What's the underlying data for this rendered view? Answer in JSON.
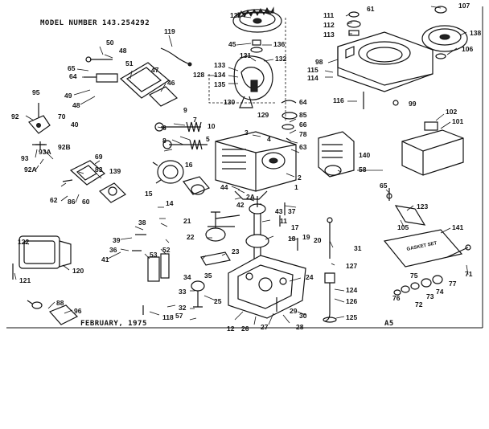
{
  "header": {
    "model_text": "MODEL NUMBER 143.254292"
  },
  "footer": {
    "date_text": "FEBRUARY, 1975",
    "page_code": "A5"
  },
  "gasket_set_label": "GASKET SET",
  "callouts": [
    "137",
    "45",
    "136",
    "131",
    "132",
    "133",
    "134",
    "135",
    "128",
    "130",
    "129",
    "119",
    "50",
    "48",
    "65",
    "64",
    "51",
    "47",
    "49",
    "48",
    "46",
    "10",
    "9",
    "8",
    "7",
    "6",
    "5",
    "4",
    "3",
    "15",
    "16",
    "14",
    "70",
    "40",
    "95",
    "92",
    "93",
    "93A",
    "92B",
    "92A",
    "69",
    "83",
    "139",
    "62",
    "86",
    "60",
    "17",
    "18",
    "19",
    "20",
    "21",
    "22",
    "23",
    "24",
    "25",
    "26",
    "27",
    "28",
    "29",
    "30",
    "31",
    "32",
    "33",
    "34",
    "35",
    "36",
    "37",
    "38",
    "39",
    "41",
    "42",
    "43",
    "44",
    "52",
    "53",
    "57",
    "118",
    "121",
    "120",
    "122",
    "88",
    "96",
    "111",
    "112",
    "113",
    "61",
    "98",
    "107",
    "138",
    "106",
    "115",
    "114",
    "116",
    "99",
    "64",
    "66",
    "78",
    "63",
    "85",
    "140",
    "58",
    "102",
    "101",
    "65",
    "123",
    "105",
    "141",
    "71",
    "77",
    "74",
    "75",
    "76",
    "72",
    "73",
    "127",
    "124",
    "126",
    "125",
    "12",
    "2",
    "1",
    "2A",
    "11"
  ]
}
